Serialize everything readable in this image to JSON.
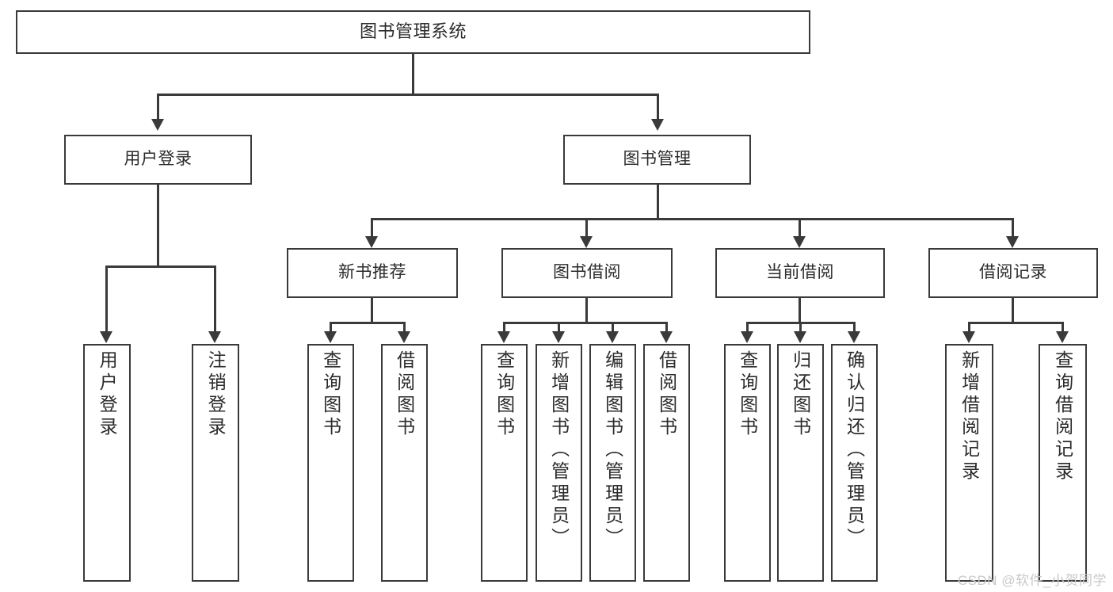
{
  "diagram": {
    "title": "图书管理系统",
    "type": "tree-hierarchy-diagram",
    "colors": {
      "box_border": "#3a3a3a",
      "box_fill": "#ffffff",
      "text": "#2b2b2b",
      "connector": "#3a3a3a",
      "watermark": "#c9c9c9",
      "background": "#ffffff"
    }
  },
  "root": {
    "label": "图书管理系统"
  },
  "level1": [
    {
      "label": "用户登录"
    },
    {
      "label": "图书管理"
    }
  ],
  "level2": [
    {
      "label": "新书推荐"
    },
    {
      "label": "图书借阅"
    },
    {
      "label": "当前借阅"
    },
    {
      "label": "借阅记录"
    }
  ],
  "leaves": {
    "user_login": [
      {
        "label": "用户登录"
      },
      {
        "label": "注销登录"
      }
    ],
    "new_book_recommend": [
      {
        "label": "查询图书"
      },
      {
        "label": "借阅图书"
      }
    ],
    "book_borrow": [
      {
        "label": "查询图书"
      },
      {
        "label": "新增图书（管理员）"
      },
      {
        "label": "编辑图书（管理员）"
      },
      {
        "label": "借阅图书"
      }
    ],
    "current_borrow": [
      {
        "label": "查询图书"
      },
      {
        "label": "归还图书"
      },
      {
        "label": "确认归还（管理员）"
      }
    ],
    "borrow_record": [
      {
        "label": "新增借阅记录"
      },
      {
        "label": "查询借阅记录"
      }
    ]
  },
  "watermark": {
    "text": "CSDN @软件_小贺同学"
  }
}
